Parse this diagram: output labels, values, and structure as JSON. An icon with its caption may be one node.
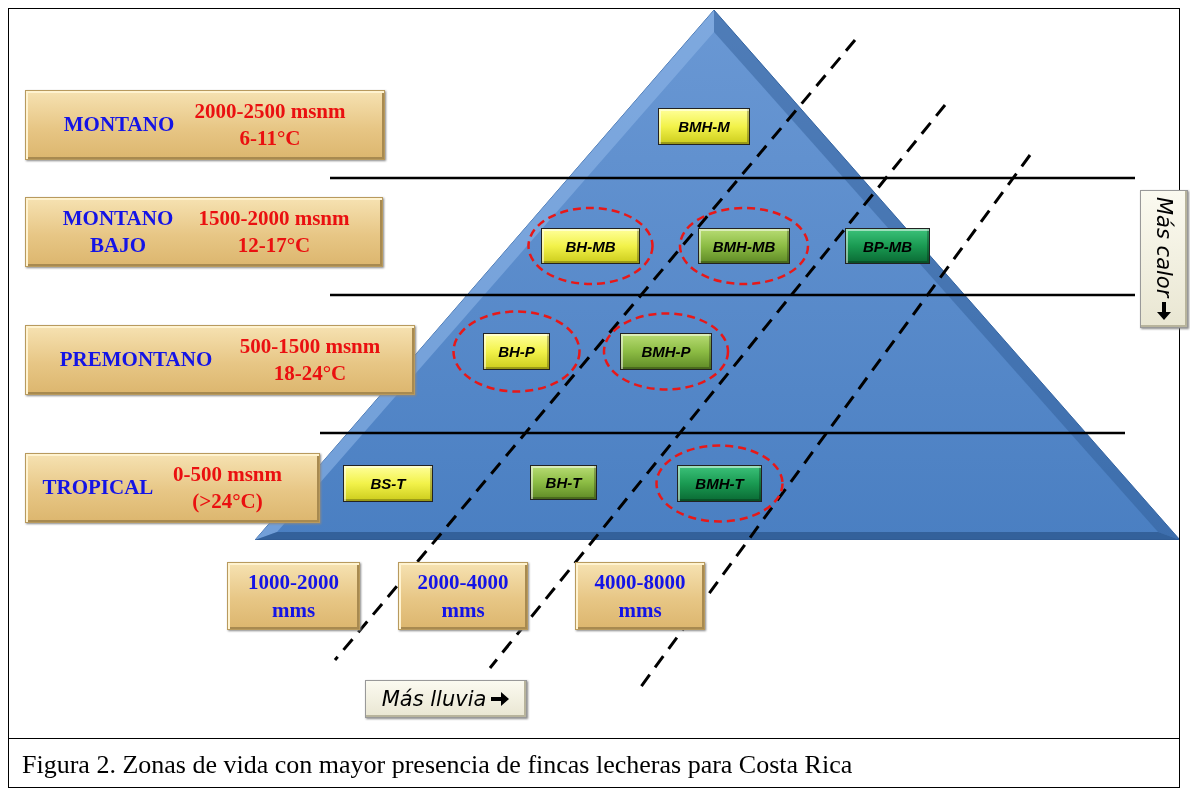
{
  "diagram": {
    "caption": "Figura 2. Zonas de vida con mayor presencia de fincas lecheras para Costa Rica",
    "nodes": [
      {
        "text": [],
        "shape": "triangle"
      },
      {
        "text": [
          "MONTANO",
          "2000-2500 msnm 6-11°C"
        ]
      },
      {
        "text": [
          "BMH-M"
        ],
        "in": 0
      },
      {
        "text": [
          "MONTANO BAJO",
          "1500-2000 msnm 12-17°C"
        ]
      },
      {
        "text": [
          "BH-MB"
        ],
        "in": 0
      },
      {
        "text": [
          "BMH-MB"
        ],
        "in": 0
      },
      {
        "text": [
          "BP-MB"
        ],
        "in": 0
      },
      {
        "text": [
          "Más calor"
        ]
      },
      {
        "text": [
          "PREMONTANO",
          "500-1500 msnm 18-24°C"
        ]
      },
      {
        "text": [
          "BH-P"
        ],
        "in": 0
      },
      {
        "text": [
          "BMH-P"
        ],
        "in": 0
      },
      {
        "text": [
          "TROPICAL",
          "0-500 msnm (>24°C)"
        ]
      },
      {
        "text": [
          "BS-T"
        ],
        "in": 0
      },
      {
        "text": [
          "BH-T"
        ],
        "in": 0
      },
      {
        "text": [
          "BMH-T"
        ],
        "in": 0
      },
      {
        "text": [
          "1000-2000 mms"
        ]
      },
      {
        "text": [
          "2000-4000 mms"
        ]
      },
      {
        "text": [
          "4000-8000 mms"
        ]
      },
      {
        "text": [
          "Más lluvia"
        ]
      }
    ]
  }
}
